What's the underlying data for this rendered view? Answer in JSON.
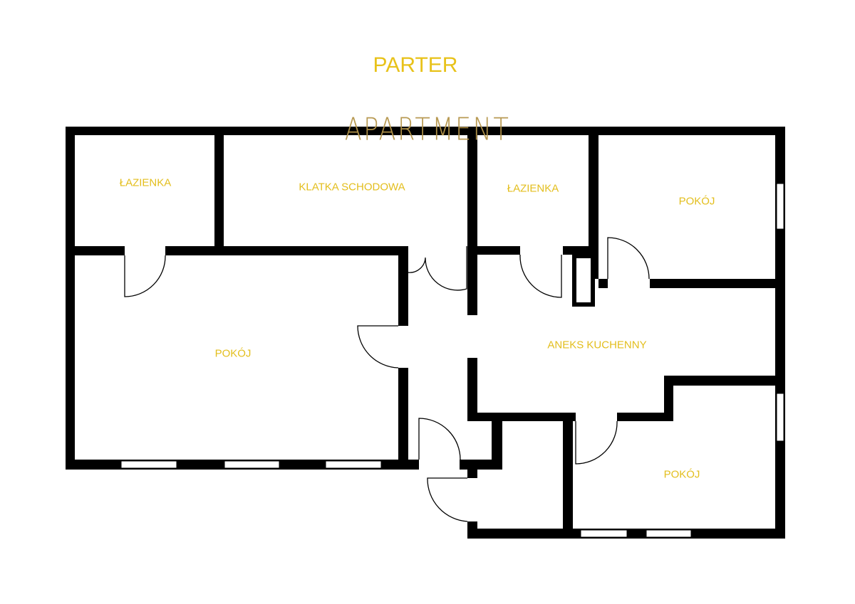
{
  "title": "PARTER",
  "logo_text": "APARTMENT",
  "rooms": [
    {
      "name": "ŁAZIENKA"
    },
    {
      "name": "KLATKA SCHODOWA"
    },
    {
      "name": "ŁAZIENKA"
    },
    {
      "name": "POKÓJ"
    },
    {
      "name": "POKÓJ"
    },
    {
      "name": "ANEKS KUCHENNY"
    },
    {
      "name": "POKÓJ"
    }
  ],
  "colors": {
    "label": "#e3be1c",
    "wall": "#000000",
    "logo": "#b5954a"
  }
}
